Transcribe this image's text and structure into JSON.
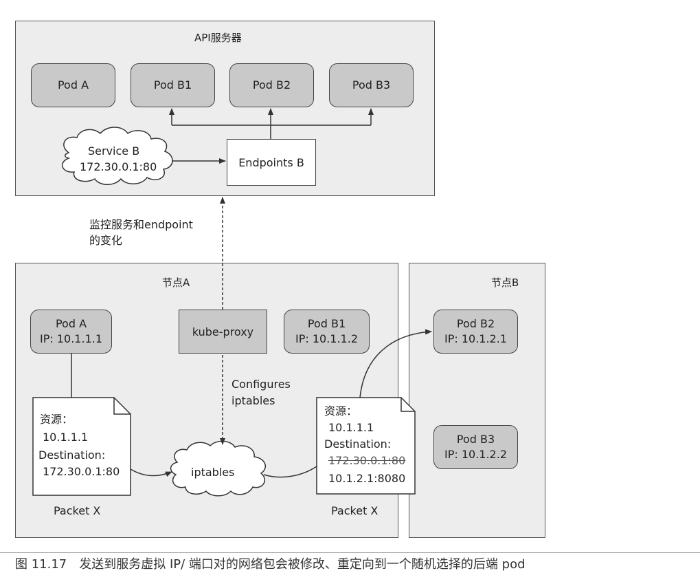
{
  "api_server": {
    "title": "API服务器",
    "pods": [
      "Pod A",
      "Pod B1",
      "Pod B2",
      "Pod B3"
    ],
    "service": {
      "name": "Service B",
      "address": "172.30.0.1:80"
    },
    "endpoints": "Endpoints B"
  },
  "watch_label": {
    "line1": "监控服务和endpoint",
    "line2": "的变化"
  },
  "node_a": {
    "title": "节点A",
    "pod_a": {
      "name": "Pod A",
      "ip": "IP: 10.1.1.1"
    },
    "kube_proxy": "kube-proxy",
    "pod_b1": {
      "name": "Pod B1",
      "ip": "IP: 10.1.1.2"
    },
    "configures": {
      "line1": "Configures",
      "line2": "iptables"
    },
    "iptables": "iptables",
    "packet_left": {
      "lines": [
        "资源：",
        "10.1.1.1",
        "Destination:",
        "172.30.0.1:80"
      ],
      "caption": "Packet X"
    },
    "packet_right": {
      "source_label": "资源：",
      "source_ip": "10.1.1.1",
      "dest_label": "Destination:",
      "dest_old": "172.30.0.1:80",
      "dest_new": "10.1.2.1:8080",
      "caption": "Packet X"
    }
  },
  "node_b": {
    "title": "节点B",
    "pod_b2": {
      "name": "Pod B2",
      "ip": "IP: 10.1.2.1"
    },
    "pod_b3": {
      "name": "Pod B3",
      "ip": "IP: 10.1.2.2"
    }
  },
  "caption": "图 11.17　发送到服务虚拟 IP/ 端口对的网络包会被修改、重定向到一个随机选择的后端 pod",
  "colors": {
    "panel": "#ededed",
    "pod": "#c9c9c9",
    "kube_proxy": "#c9c9c9",
    "line": "#333333"
  }
}
